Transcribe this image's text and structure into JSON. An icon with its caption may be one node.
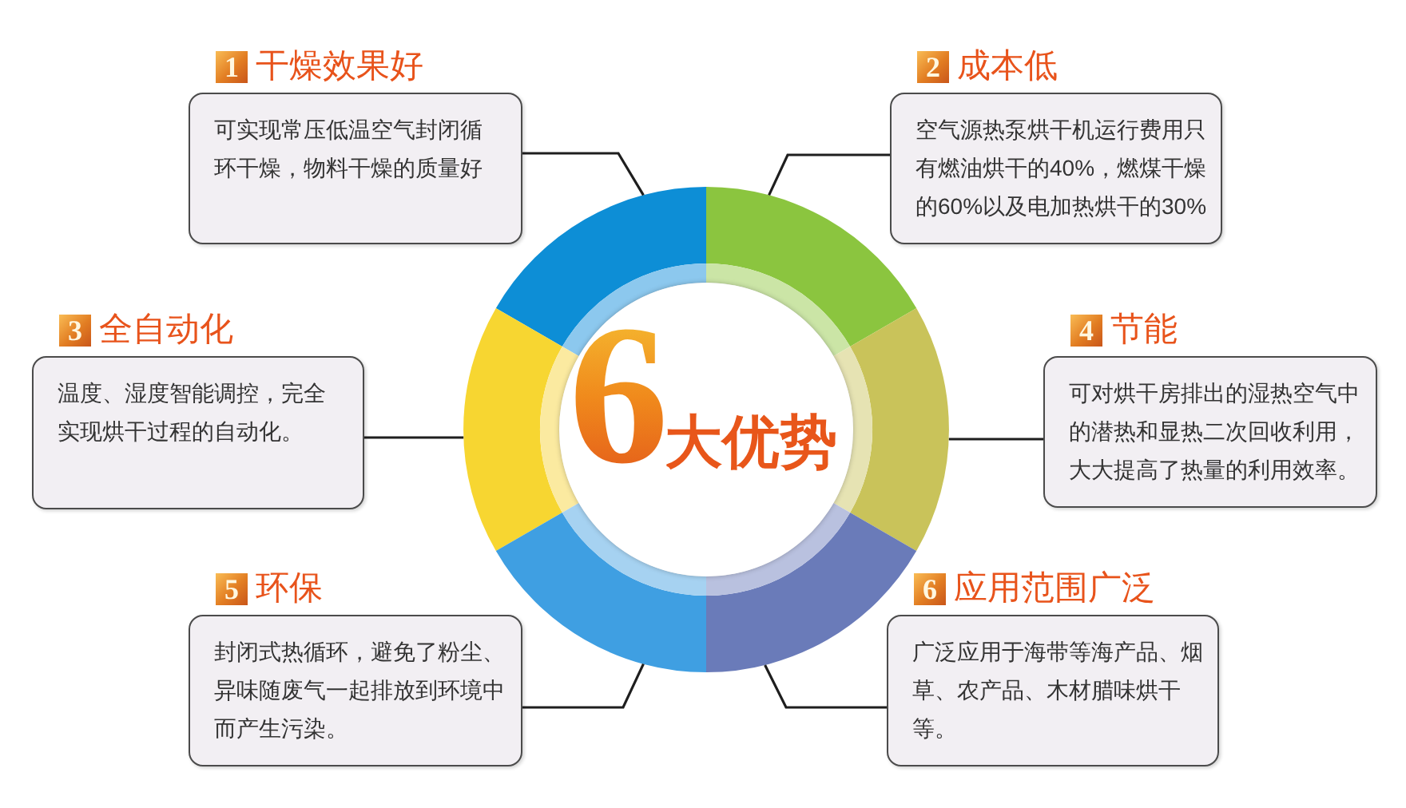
{
  "diagram": {
    "nodes": [
      {
        "text": [
          "1",
          "干燥效果好",
          "可实现常压低温空气封闭循环干燥，物料干燥的质量好"
        ]
      },
      {
        "text": [
          "2",
          "成本低",
          "空气源热泵烘干机运行费用只有燃油烘干的40%，燃煤干燥的60%以及电加热烘干的30%"
        ]
      },
      {
        "text": [
          "3",
          "全自动化",
          "温度、湿度智能调控，完全实现烘干过程的自动化。"
        ]
      },
      {
        "text": [
          "4",
          "节能",
          "可对烘干房排出的湿热空气中的潜热和显热二次回收利用，大大提高了热量的利用效率。"
        ]
      },
      {
        "text": [
          "5",
          "环保",
          "封闭式热循环，避免了粉尘、异味随废气一起排放到环境中而产生污染。"
        ]
      },
      {
        "text": [
          "6",
          "应用范围广泛",
          "广泛应用于海带等海产品、烟草、农产品、木材腊味烘干等。"
        ]
      },
      {
        "text": [
          "6",
          "大优势"
        ]
      },
      {
        "text": [],
        "shape": "arc"
      },
      {
        "text": [],
        "shape": "arc"
      },
      {
        "text": [],
        "shape": "arc"
      },
      {
        "text": [],
        "shape": "arc"
      },
      {
        "text": [],
        "shape": "arc"
      },
      {
        "text": [],
        "shape": "arc"
      }
    ],
    "edges": [
      {
        "from": 0,
        "to": 7,
        "arrow": "none"
      },
      {
        "from": 1,
        "to": 8,
        "arrow": "none"
      },
      {
        "from": 2,
        "to": 9,
        "arrow": "none"
      },
      {
        "from": 3,
        "to": 10,
        "arrow": "none"
      },
      {
        "from": 4,
        "to": 11,
        "arrow": "none"
      },
      {
        "from": 5,
        "to": 12,
        "arrow": "none"
      }
    ]
  }
}
